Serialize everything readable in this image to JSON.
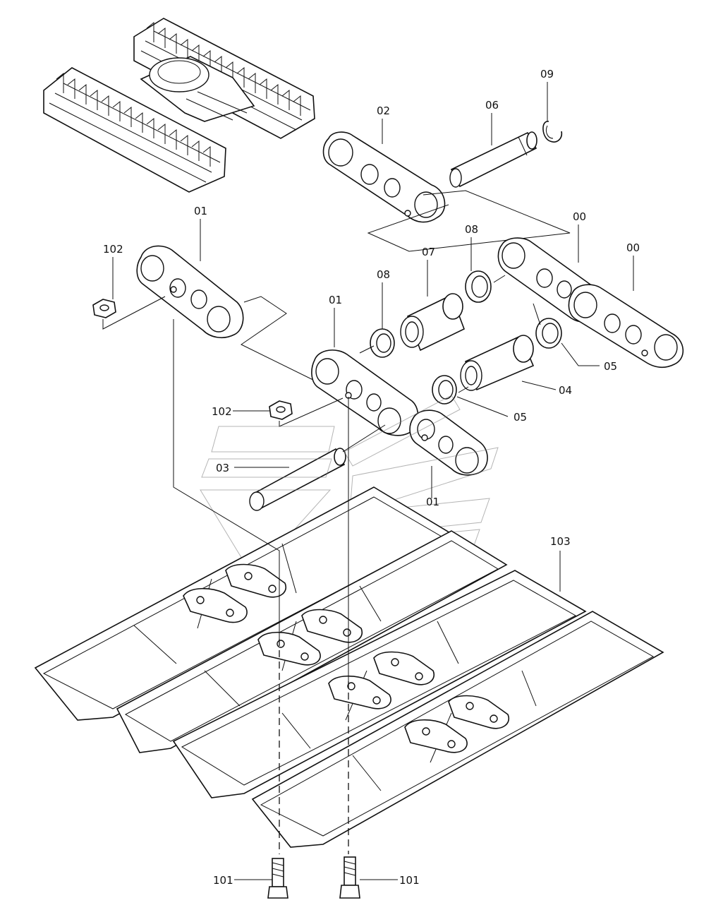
{
  "diagram": {
    "callouts": {
      "c00a": "00",
      "c00b": "00",
      "c01a": "01",
      "c01b": "01",
      "c01c": "01",
      "c02": "02",
      "c03": "03",
      "c04": "04",
      "c05a": "05",
      "c05b": "05",
      "c06": "06",
      "c07": "07",
      "c08a": "08",
      "c08b": "08",
      "c09": "09",
      "c101a": "101",
      "c101b": "101",
      "c102a": "102",
      "c102b": "102",
      "c103": "103"
    }
  }
}
